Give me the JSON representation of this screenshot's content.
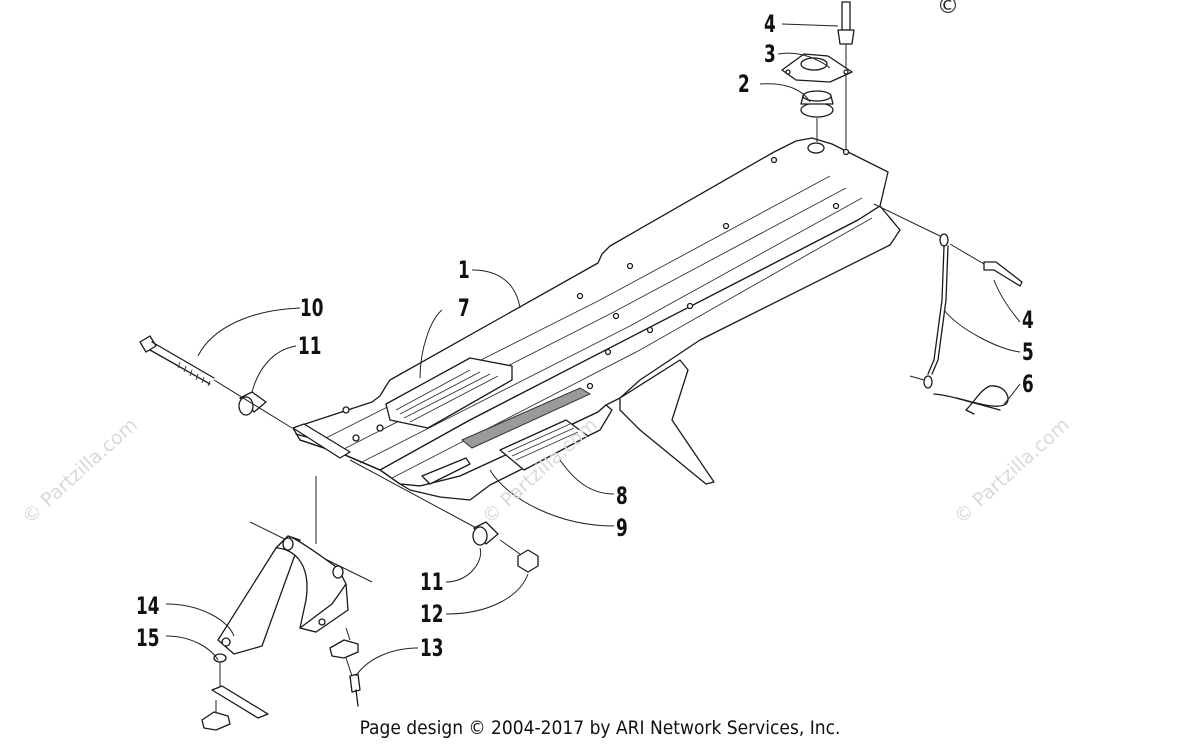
{
  "diagram": {
    "callouts": [
      {
        "id": "c4a",
        "label": "4"
      },
      {
        "id": "c3",
        "label": "3"
      },
      {
        "id": "c2",
        "label": "2"
      },
      {
        "id": "c1",
        "label": "1"
      },
      {
        "id": "c7",
        "label": "7"
      },
      {
        "id": "c10",
        "label": "10"
      },
      {
        "id": "c11a",
        "label": "11"
      },
      {
        "id": "c4b",
        "label": "4"
      },
      {
        "id": "c5",
        "label": "5"
      },
      {
        "id": "c6",
        "label": "6"
      },
      {
        "id": "c8",
        "label": "8"
      },
      {
        "id": "c9",
        "label": "9"
      },
      {
        "id": "c11b",
        "label": "11"
      },
      {
        "id": "c12",
        "label": "12"
      },
      {
        "id": "c14",
        "label": "14"
      },
      {
        "id": "c15",
        "label": "15"
      },
      {
        "id": "c13",
        "label": "13"
      }
    ],
    "copyright_mark": "©"
  },
  "watermark": "© Partzilla.com",
  "footer": {
    "credit": "Page design © 2004-2017 by ARI Network Services, Inc."
  }
}
